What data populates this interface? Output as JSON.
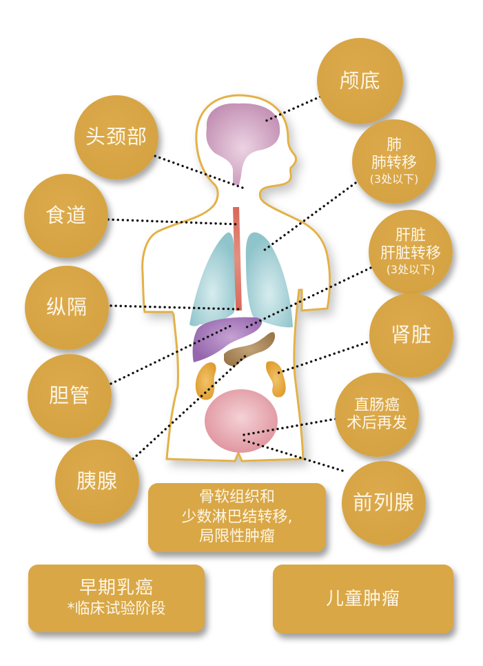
{
  "diagram": {
    "colors": {
      "label_fill": "#d6a343",
      "label_text": "#fdf6e6",
      "body_outline": "#e3b144",
      "brain": "#c99ab9",
      "lungs": "#a7d3d8",
      "esophagus": "#d9705e",
      "liver": "#a375b8",
      "pancreas": "#a8865a",
      "kidneys": "#e3a232",
      "bladder": "#e5a0a8",
      "leader_line": "#111111"
    },
    "circles": [
      {
        "id": "skull-base",
        "lines": [
          "颅底"
        ]
      },
      {
        "id": "head-neck",
        "lines": [
          "头颈部"
        ]
      },
      {
        "id": "lung",
        "lines": [
          "肺",
          "肺转移",
          "(3处以下)"
        ]
      },
      {
        "id": "esophagus",
        "lines": [
          "食道"
        ]
      },
      {
        "id": "liver",
        "lines": [
          "肝脏",
          "肝脏转移",
          "(3处以下)"
        ]
      },
      {
        "id": "mediastinum",
        "lines": [
          "纵隔"
        ]
      },
      {
        "id": "kidney",
        "lines": [
          "肾脏"
        ]
      },
      {
        "id": "bile-duct",
        "lines": [
          "胆管"
        ]
      },
      {
        "id": "rectal",
        "lines": [
          "直肠癌",
          "术后再发"
        ]
      },
      {
        "id": "pancreas",
        "lines": [
          "胰腺"
        ]
      },
      {
        "id": "prostate",
        "lines": [
          "前列腺"
        ]
      }
    ],
    "boxes": [
      {
        "id": "bone-soft-tissue",
        "lines": [
          "骨软组织和",
          "少数淋巴结转移,",
          "局限性肿瘤"
        ]
      },
      {
        "id": "early-breast",
        "lines": [
          "早期乳癌",
          "*临床试验阶段"
        ]
      },
      {
        "id": "pediatric",
        "lines": [
          "儿童肿瘤"
        ]
      }
    ]
  }
}
